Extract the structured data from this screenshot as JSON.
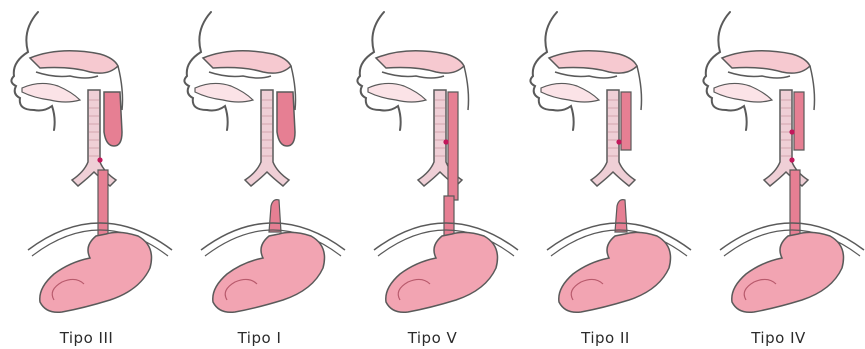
{
  "panels": [
    {
      "label": "Tipo III",
      "upper_pouch": "blind",
      "lower_esophagus": "connected-to-trachea",
      "fistula_marks": 1
    },
    {
      "label": "Tipo I",
      "upper_pouch": "blind",
      "lower_esophagus": "blind-stump",
      "fistula_marks": 0
    },
    {
      "label": "Tipo V",
      "upper_pouch": "continuous",
      "lower_esophagus": "continuous",
      "fistula_marks": 1
    },
    {
      "label": "Tipo II",
      "upper_pouch": "connected-to-trachea",
      "lower_esophagus": "blind-stump",
      "fistula_marks": 1
    },
    {
      "label": "Tipo IV",
      "upper_pouch": "connected-to-trachea",
      "lower_esophagus": "connected-to-trachea",
      "fistula_marks": 2
    }
  ],
  "colors": {
    "outline": "#5a5a5a",
    "tissue": "#f6c9d0",
    "tissue_dark": "#e28c9c",
    "esophagus": "#e67f93",
    "trachea": "#efcfd6",
    "stomach": "#f2a4b2",
    "fistula_dot": "#c2185b",
    "caption": "#2b2b2b"
  }
}
